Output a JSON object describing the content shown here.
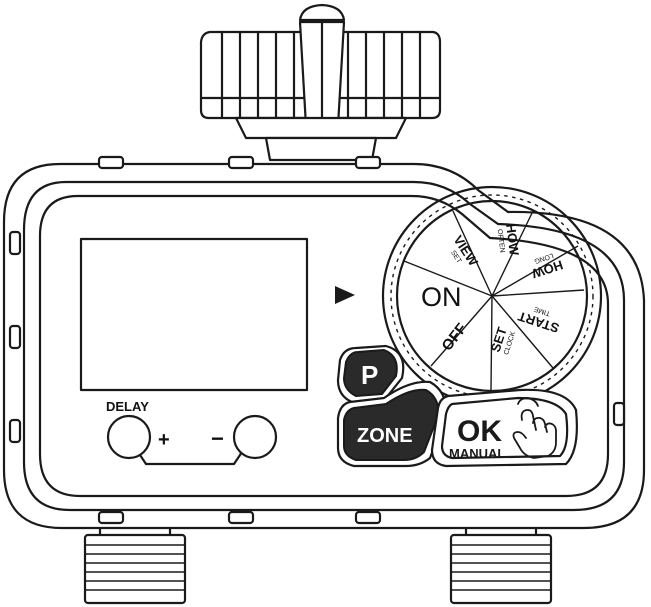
{
  "labels": {
    "delay": "DELAY",
    "plus": "+",
    "minus": "−"
  },
  "buttons": {
    "p": "P",
    "zone": "ZONE",
    "ok": "OK",
    "manual": "MANUAL"
  },
  "dial": {
    "on": "ON",
    "off": "OFF",
    "view": "VIEW",
    "view_sub": "SET",
    "how_often": "HOW",
    "how_often_sub": "OFTEN",
    "how_long": "HOW",
    "how_long_sub": "LONG",
    "start": "START",
    "start_sub": "TIME",
    "set": "SET",
    "set_sub": "CLOCK"
  },
  "icons": {
    "pointer": "triangle-pointer-icon",
    "hand": "hand-press-icon"
  },
  "colors": {
    "line": "#1a1a1a",
    "button_fill": "#2a2a2a",
    "background": "#ffffff"
  }
}
